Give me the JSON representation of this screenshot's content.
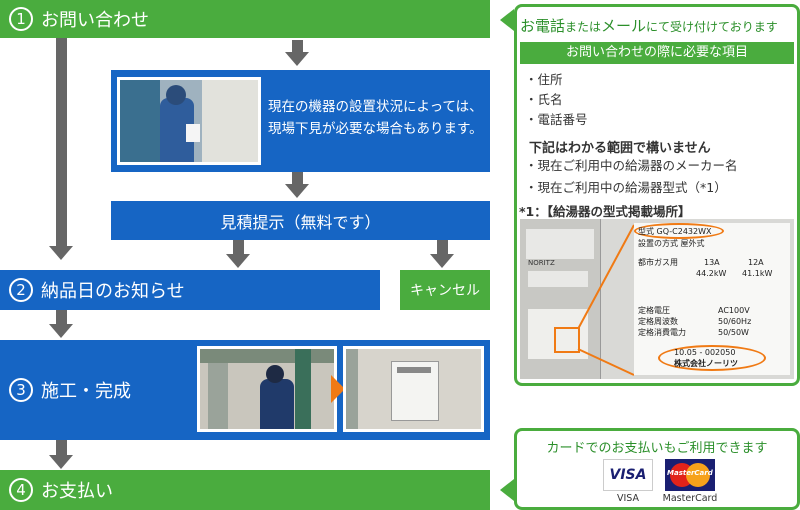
{
  "steps": {
    "s1": {
      "num": "1",
      "label": "お問い合わせ"
    },
    "s2": {
      "num": "2",
      "label": "納品日のお知らせ"
    },
    "s3": {
      "num": "3",
      "label": "施工・完成"
    },
    "s4": {
      "num": "4",
      "label": "お支払い"
    }
  },
  "survey": {
    "text": "現在の機器の設置状況によっては、現場下見が必要な場合もあります。"
  },
  "estimate": {
    "label": "見積提示（無料です）"
  },
  "cancel": {
    "label": "キャンセル"
  },
  "contact_panel": {
    "heading_pre": "お電話",
    "heading_mid1": "または",
    "heading_mail": "メール",
    "heading_post": "にて受け付けております",
    "required_bar": "お問い合わせの際に必要な項目",
    "items": [
      "・住所",
      "・氏名",
      "・電話番号"
    ],
    "optional_heading": "下記はわかる範囲で構いません",
    "optional_items": [
      "・現在ご利用中の給湯器のメーカー名",
      "・現在ご利用中の給湯器型式（*1）"
    ],
    "note": "*1：【給湯器の型式掲載場所】",
    "label_model_prefix": "型式",
    "label_model": "GQ-C2432WX",
    "label_line2": "設置の方式  屋外式",
    "label_gas": "都市ガス用",
    "label_13a": "13A",
    "label_12a": "12A",
    "label_kw1": "44.2kW",
    "label_kw2": "41.1kW",
    "label_v1k": "定格電圧",
    "label_v1": "AC100V",
    "label_v2k": "定格周波数",
    "label_v2": "50/60Hz",
    "label_v3k": "定格消費電力",
    "label_v3": "50/50W",
    "label_serial": "10.05 - 002050",
    "label_maker": "株式会社ノーリツ",
    "device_brand": "NORITZ"
  },
  "payment_panel": {
    "heading": "カードでのお支払いもご利用できます",
    "cards": [
      "VISA",
      "MasterCard"
    ],
    "visa_logo": "VISA",
    "mc_logo": "MasterCard"
  },
  "colors": {
    "green": "#4aac3e",
    "blue": "#1665c4",
    "orange": "#f07a14",
    "arrow_gray": "#666666"
  }
}
